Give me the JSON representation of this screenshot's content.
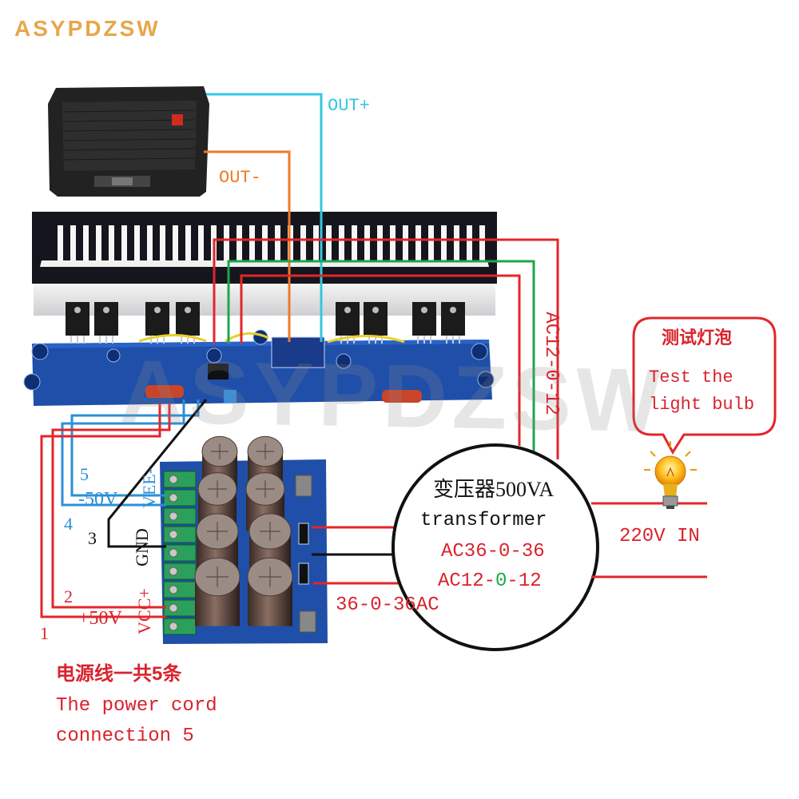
{
  "brand": "ASYPDZSW",
  "watermark": "ASYPDZSW",
  "wires": {
    "out_plus": "OUT+",
    "out_minus": "OUT-",
    "ac12_vertical": "AC12-0-12"
  },
  "power_cord": {
    "n5": "5",
    "minus50": "-50V",
    "vee": "VEE-",
    "n4": "4",
    "n3": "3",
    "gnd": "GND",
    "n2": "2",
    "plus50": "+50V",
    "vcc": "VCC+",
    "n1": "1"
  },
  "transformer": {
    "title": "变压器500VA",
    "subtitle": "transformer",
    "ac36": "AC36-0-36",
    "ac12_a": "AC12-",
    "ac12_b": "0",
    "ac12_c": "-12"
  },
  "secondary_label": "36-0-36AC",
  "mains_in": "220V IN",
  "bulb_callout": {
    "cn": "测试灯泡",
    "line1": "Test the",
    "line2": "light bulb"
  },
  "footer": {
    "cn": "电源线一共5条",
    "line1": "The power cord",
    "line2": "connection 5"
  },
  "colors": {
    "brand": "#E8A64A",
    "red_text": "#D9232D",
    "blue_text": "#2B8FD6",
    "cyan_wire": "#33C8E0",
    "orange_wire": "#EE7A2A",
    "green_wire": "#1FA64A",
    "red_wire": "#E3262B",
    "pcb_blue": "#1F4FA8",
    "pcb_green": "#1E8A4C"
  }
}
